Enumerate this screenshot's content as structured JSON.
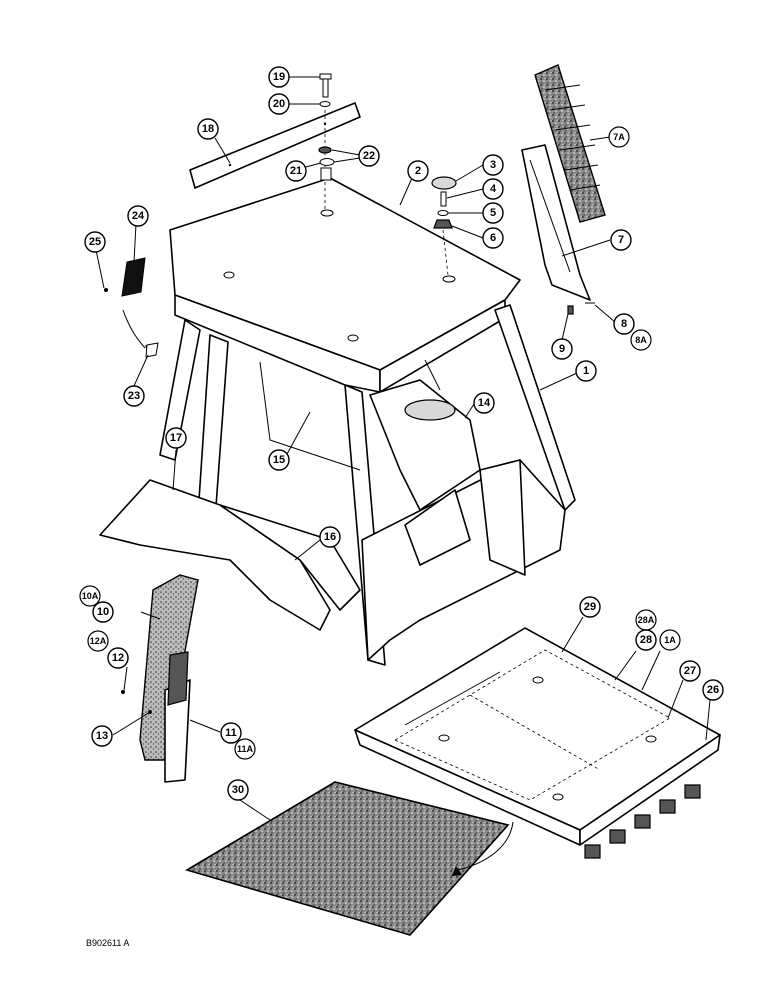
{
  "figure_code": "B902611 A",
  "callouts": [
    {
      "id": "c1",
      "label": "1"
    },
    {
      "id": "c2",
      "label": "2"
    },
    {
      "id": "c3",
      "label": "3"
    },
    {
      "id": "c4",
      "label": "4"
    },
    {
      "id": "c5",
      "label": "5"
    },
    {
      "id": "c6",
      "label": "6"
    },
    {
      "id": "c7",
      "label": "7"
    },
    {
      "id": "c7A",
      "label": "7A"
    },
    {
      "id": "c8",
      "label": "8"
    },
    {
      "id": "c8A",
      "label": "8A"
    },
    {
      "id": "c9",
      "label": "9"
    },
    {
      "id": "c10",
      "label": "10"
    },
    {
      "id": "c10A",
      "label": "10A"
    },
    {
      "id": "c11",
      "label": "11"
    },
    {
      "id": "c11A",
      "label": "11A"
    },
    {
      "id": "c12",
      "label": "12"
    },
    {
      "id": "c12A",
      "label": "12A"
    },
    {
      "id": "c13",
      "label": "13"
    },
    {
      "id": "c14",
      "label": "14"
    },
    {
      "id": "c15",
      "label": "15"
    },
    {
      "id": "c16",
      "label": "16"
    },
    {
      "id": "c17",
      "label": "17"
    },
    {
      "id": "c18",
      "label": "18"
    },
    {
      "id": "c19",
      "label": "19"
    },
    {
      "id": "c20",
      "label": "20"
    },
    {
      "id": "c21",
      "label": "21"
    },
    {
      "id": "c22",
      "label": "22"
    },
    {
      "id": "c23",
      "label": "23"
    },
    {
      "id": "c24",
      "label": "24"
    },
    {
      "id": "c25",
      "label": "25"
    },
    {
      "id": "c26",
      "label": "26"
    },
    {
      "id": "c27",
      "label": "27"
    },
    {
      "id": "c28",
      "label": "28"
    },
    {
      "id": "c28A",
      "label": "28A"
    },
    {
      "id": "c1A",
      "label": "1A"
    },
    {
      "id": "c29",
      "label": "29"
    },
    {
      "id": "c30",
      "label": "30"
    }
  ]
}
